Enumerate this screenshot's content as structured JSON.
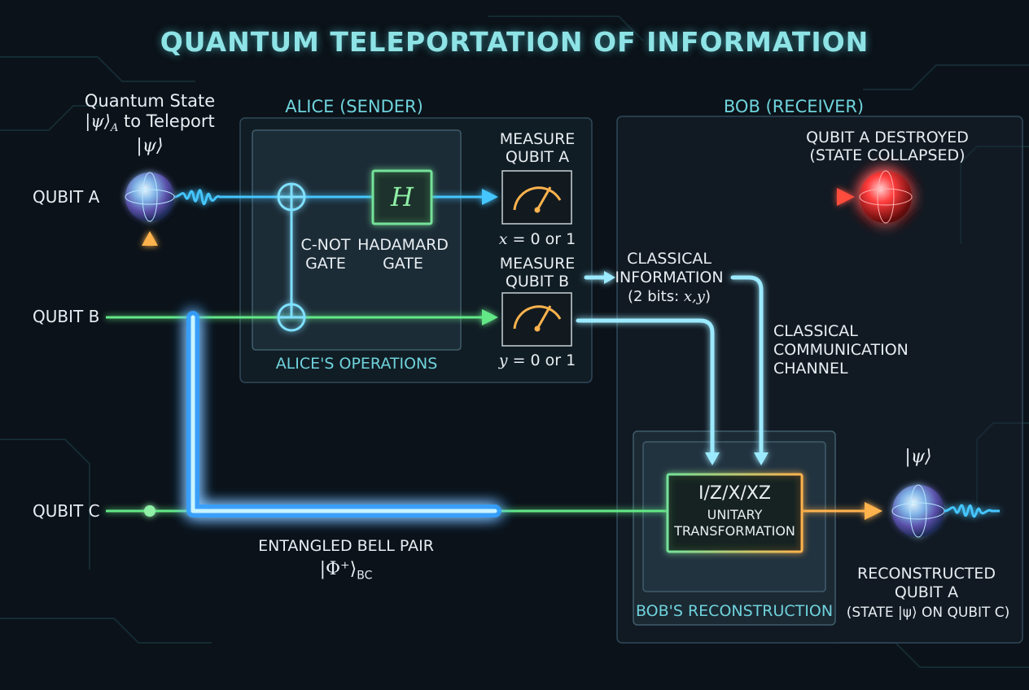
{
  "title": "QUANTUM TELEPORTATION OF INFORMATION",
  "colors": {
    "background": "#0b1219",
    "title": "#8ee3e6",
    "qubit_a_wire": "#45c6ff",
    "qubit_b_wire": "#64e887",
    "qubit_c_wire": "#64e887",
    "entanglement": "#33aaff",
    "classical": "#9ceaff",
    "state_transfer": "#ffb34d",
    "destroyed": "#ff3b3b",
    "panel_border": "#3a5563",
    "gate_border": "#74e29a"
  },
  "input_state": {
    "line1": "Quantum State",
    "line2_ket": "|ψ⟩",
    "line2_sub": "A",
    "line2_rest": "to Teleport",
    "ket": "|ψ⟩"
  },
  "wires": {
    "qubit_a": "QUBIT A",
    "qubit_b": "QUBIT B",
    "qubit_c": "QUBIT C"
  },
  "alice": {
    "header": "ALICE (SENDER)",
    "operations_label": "ALICE'S OPERATIONS",
    "cnot_line1": "C-NOT",
    "cnot_line2": "GATE",
    "hadamard_symbol": "H",
    "hadamard_line1": "HADAMARD",
    "hadamard_line2": "GATE",
    "measure_a_line1": "MEASURE",
    "measure_a_line2": "QUBIT A",
    "result_a_var": "x",
    "result_a_rest": "= 0 or 1",
    "measure_b_line1": "MEASURE",
    "measure_b_line2": "QUBIT B",
    "result_b_var": "y",
    "result_b_rest": "= 0 or 1"
  },
  "bob": {
    "header": "BOB (RECEIVER)",
    "destroyed_line1": "QUBIT A DESTROYED",
    "destroyed_line2": "(STATE COLLAPSED)",
    "reconstruction_label": "BOB'S RECONSTRUCTION",
    "unitary_line1": "I/Z/X/XZ",
    "unitary_line2": "UNITARY",
    "unitary_line3": "TRANSFORMATION",
    "output_ket": "|ψ⟩",
    "reconstructed_line1": "RECONSTRUCTED",
    "reconstructed_line2": "QUBIT A",
    "reconstructed_line3": "(STATE |ψ⟩ ON QUBIT C)"
  },
  "classical": {
    "info_line1": "CLASSICAL",
    "info_line2": "INFORMATION",
    "info_line3_pre": "(2 bits: ",
    "info_line3_vars": "x,y",
    "info_line3_post": ")",
    "channel_line1": "CLASSICAL",
    "channel_line2": "COMMUNICATION",
    "channel_line3": "CHANNEL"
  },
  "entanglement": {
    "label": "ENTANGLED BELL PAIR",
    "ket": "|Φ⁺⟩",
    "ket_sub": "BC"
  }
}
